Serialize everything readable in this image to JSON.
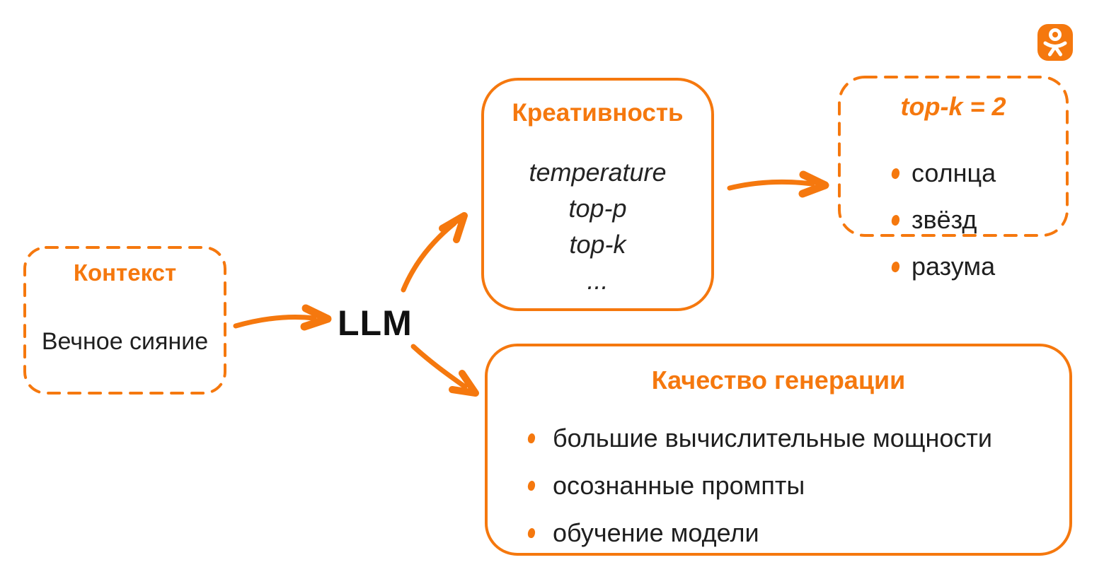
{
  "palette": {
    "accent": "#F5780E",
    "text": "#1F1F1F",
    "background": "#FFFFFF"
  },
  "brand": {
    "icon": "odnoklassniki-logo"
  },
  "context_box": {
    "title": "Контекст",
    "body": "Вечное сияние"
  },
  "llm": {
    "label": "LLM"
  },
  "creativity_box": {
    "title": "Креативность",
    "params": [
      "temperature",
      "top-p",
      "top-k",
      "..."
    ]
  },
  "topk_box": {
    "title": "top-k = 2",
    "items": [
      "солнца",
      "звёзд"
    ],
    "outside_item": "разума"
  },
  "quality_box": {
    "title": "Качество генерации",
    "items": [
      "большие вычислительные мощности",
      "осознанные промпты",
      "обучение модели"
    ]
  }
}
